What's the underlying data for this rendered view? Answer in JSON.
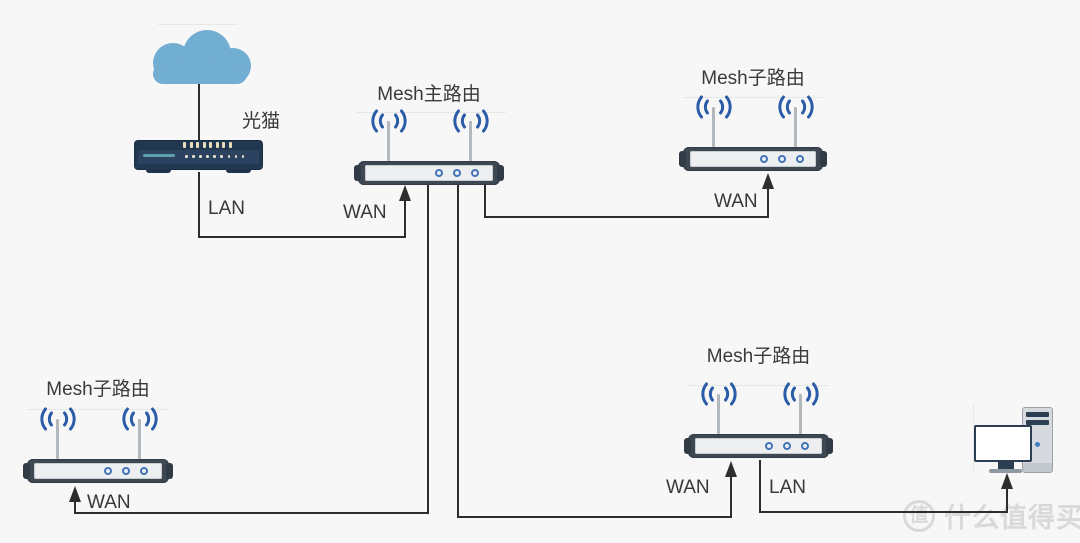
{
  "diagram": {
    "internet_cloud": {
      "icon": "cloud-icon"
    },
    "modem": {
      "label": "光猫",
      "lan_label": "LAN"
    },
    "main_router": {
      "label": "Mesh主路由",
      "wan_label": "WAN"
    },
    "sub_router_top_right": {
      "label": "Mesh子路由",
      "wan_label": "WAN"
    },
    "sub_router_bottom_left": {
      "label": "Mesh子路由",
      "wan_label": "WAN"
    },
    "sub_router_bottom_right": {
      "label": "Mesh子路由",
      "wan_label": "WAN",
      "lan_label": "LAN"
    },
    "pc": {
      "icon": "desktop-computer-icon"
    }
  },
  "watermark": {
    "logo_char": "值",
    "site_name": "什么值得买"
  },
  "colors": {
    "background": "#f7f7f7",
    "line": "#2d2d2d",
    "cloud_blue": "#72add2",
    "wifi_blue": "#2b5ca8",
    "led_blue": "#4273b8",
    "router_body": "#3d4852",
    "modem_navy": "#223850",
    "modem_teal": "#60a0ac",
    "pc_navy": "#2c3e52",
    "watermark_gray": "#d9d9d9",
    "text": "#3a3a3a"
  }
}
